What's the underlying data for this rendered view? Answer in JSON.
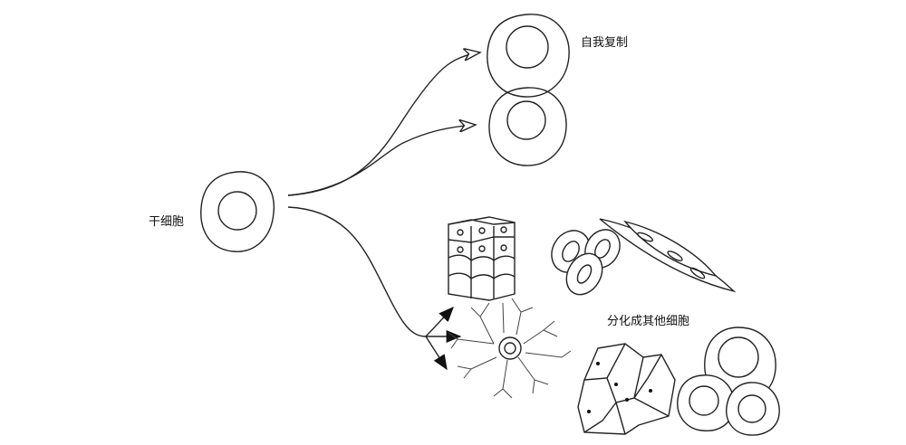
{
  "labels": {
    "stem_cell": "干细胞",
    "self_renewal": "自我复制",
    "differentiation": "分化成其他细胞"
  },
  "colors": {
    "stroke": "#222222",
    "background": "#ffffff"
  }
}
